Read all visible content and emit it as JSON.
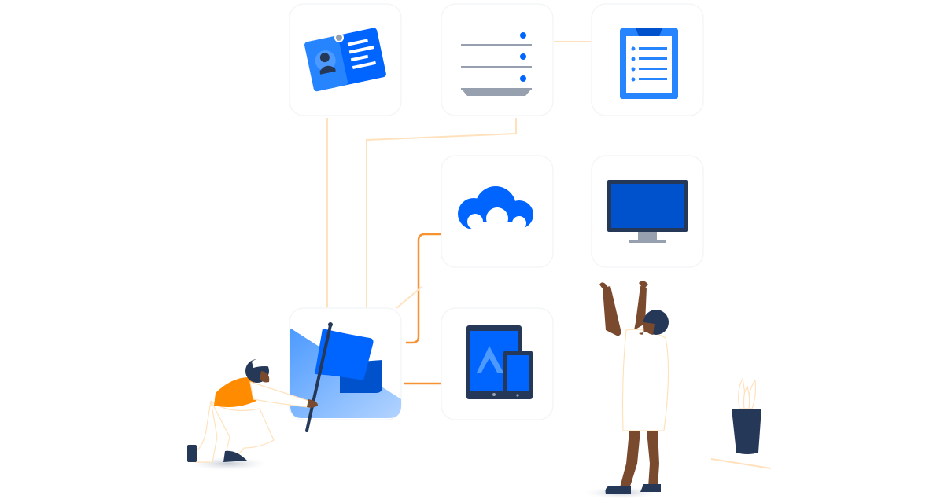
{
  "scene": {
    "description_visible_text": "",
    "icons": [
      "id-card-icon",
      "server-rack-icon",
      "clipboard-icon",
      "cloud-icon",
      "monitor-icon",
      "flag-icon",
      "tablet-phone-icon"
    ],
    "figures": [
      "person-crouching",
      "person-reaching",
      "plant-pot"
    ]
  },
  "colors": {
    "brand_blue": "#0065FF",
    "deep_blue": "#0052CC",
    "light_blue": "#4C9AFF",
    "navy": "#253858",
    "gray": "#97A0AF",
    "orange": "#FF8B00",
    "connector_orange": "#F79232",
    "connector_soft": "#FFE2BD",
    "skin": "#7A4A2E",
    "tile_border": "#F4F5F7"
  }
}
